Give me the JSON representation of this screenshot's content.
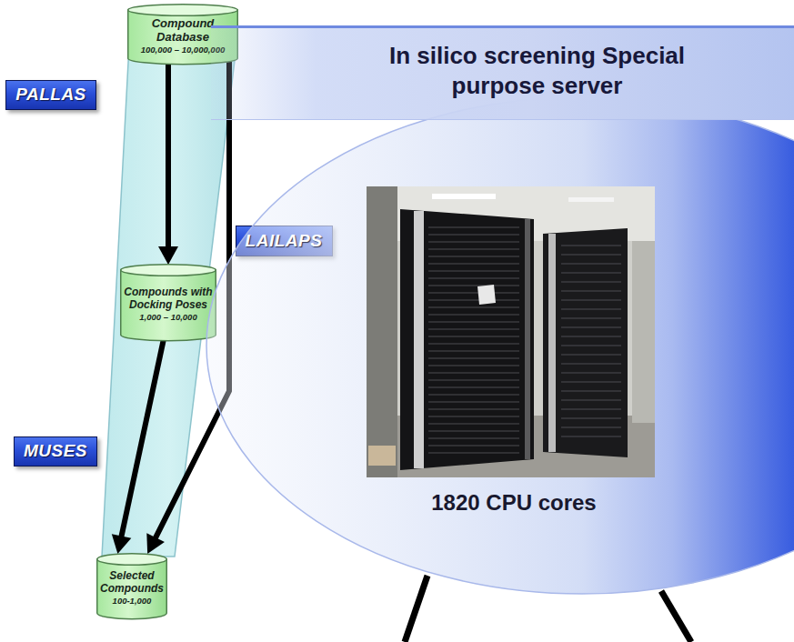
{
  "diagram": {
    "nodes": [
      {
        "text": [
          "Compound Database",
          "100,000 – 10,000,000"
        ]
      },
      {
        "text": [
          "In silico screening Special purpose server"
        ]
      },
      {
        "text": [
          "PALLAS"
        ]
      },
      {
        "text": [
          "LAILAPS"
        ]
      },
      {
        "text": [
          "Compounds with Docking Poses",
          "1,000 – 10,000"
        ]
      },
      {
        "text": [
          "1820 CPU cores"
        ]
      },
      {
        "text": [
          "MUSES"
        ]
      },
      {
        "text": [
          "Selected Compounds",
          "100-1,000"
        ]
      }
    ],
    "edges": [
      {
        "from": 0,
        "to": 4,
        "arrow": "to"
      },
      {
        "from": 0,
        "to": 7,
        "arrow": "to"
      },
      {
        "from": 4,
        "to": 7,
        "arrow": "to"
      }
    ]
  }
}
